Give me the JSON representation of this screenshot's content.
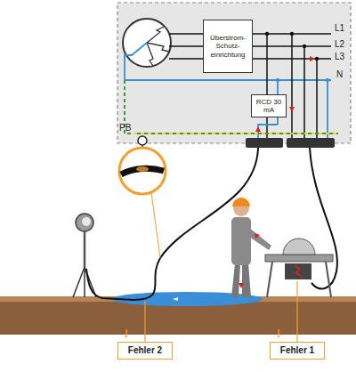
{
  "diagram": {
    "nodes": [
      {
        "text": [
          "Überstrom- Schutz- einrichtung"
        ]
      },
      {
        "text": [
          "RCD 30 mA"
        ]
      },
      {
        "text": [
          "Fehler 2"
        ]
      },
      {
        "text": [
          "Fehler 1"
        ]
      }
    ],
    "labels": [
      "L1",
      "L2",
      "L3",
      "N",
      "PB",
      "!",
      "!"
    ]
  }
}
